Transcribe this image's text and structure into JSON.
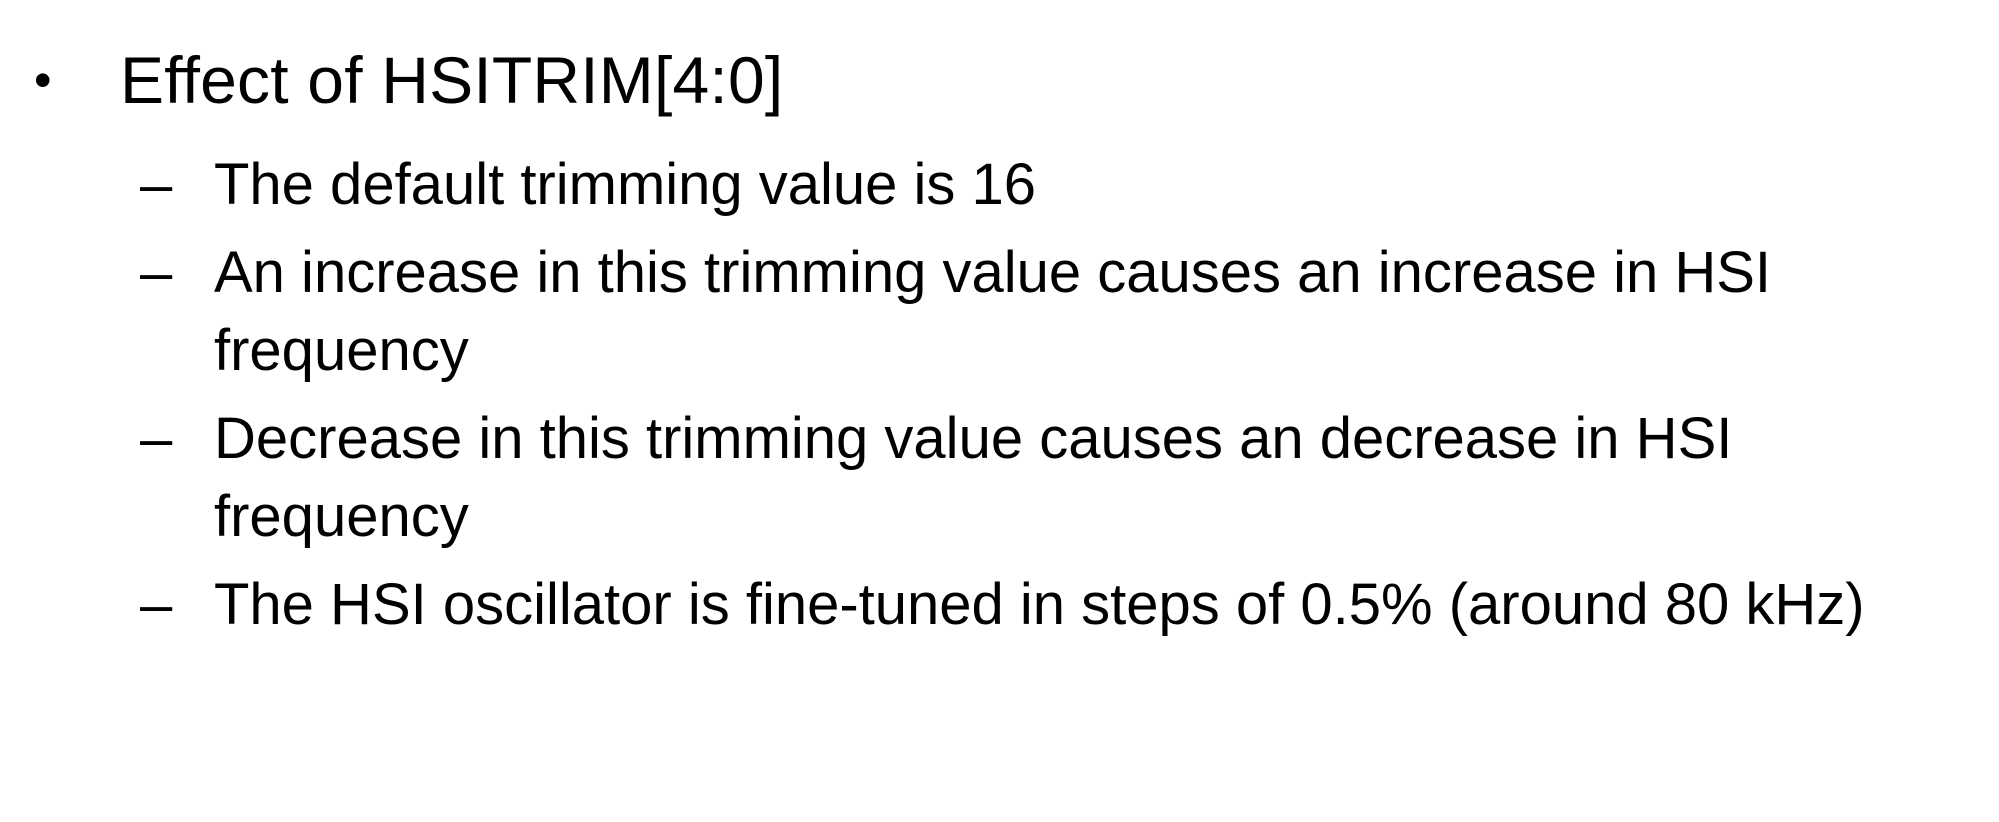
{
  "slide": {
    "bullet_symbol": "•",
    "dash_symbol": "–",
    "heading": "Effect of HSITRIM[4:0]",
    "items": [
      {
        "text": "The default trimming value is 16"
      },
      {
        "text": "An increase in this trimming value causes an increase in HSI frequency"
      },
      {
        "text": "Decrease in this trimming value causes an decrease in HSI frequency"
      },
      {
        "text": "The HSI oscillator is fine-tuned in steps of 0.5% (around 80 kHz)"
      }
    ]
  }
}
